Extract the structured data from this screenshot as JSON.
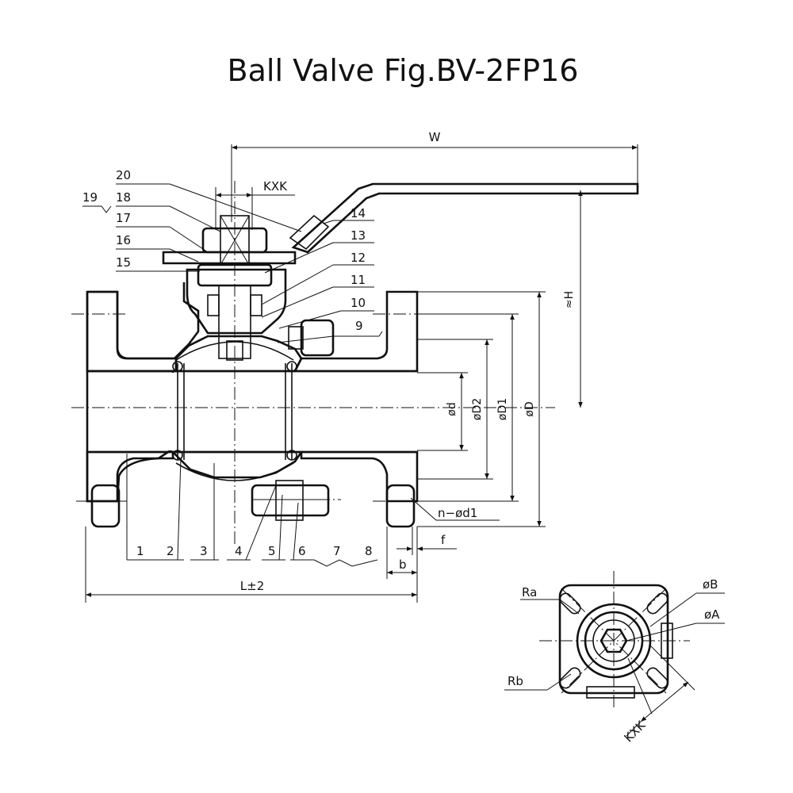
{
  "title": "Ball Valve Fig.BV-2FP16",
  "dimensions": {
    "w": "W",
    "kxk_top": "KXK",
    "h": "≈H",
    "d": "ød",
    "d2": "øD2",
    "d1": "øD1",
    "D": "øD",
    "bolt_holes": "n−ød1",
    "f": "f",
    "b": "b",
    "length": "L±2"
  },
  "part_numbers": {
    "p1": "1",
    "p2": "2",
    "p3": "3",
    "p4": "4",
    "p5": "5",
    "p6": "6",
    "p7": "7",
    "p8": "8",
    "p9": "9",
    "p10": "10",
    "p11": "11",
    "p12": "12",
    "p13": "13",
    "p14": "14",
    "p15": "15",
    "p16": "16",
    "p17": "17",
    "p18": "18",
    "p19": "19",
    "p20": "20"
  },
  "top_view": {
    "ra": "Ra",
    "rb": "Rb",
    "phi_b": "øB",
    "phi_a": "øA",
    "kxk": "KXK"
  }
}
